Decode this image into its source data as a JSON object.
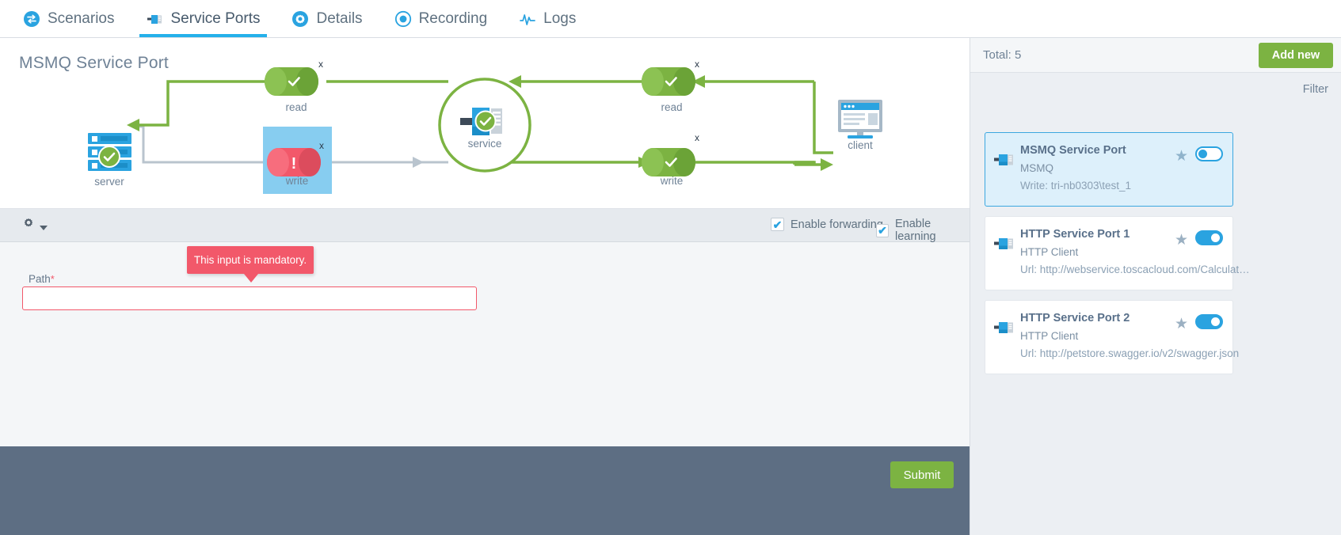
{
  "nav": {
    "tabs": [
      {
        "label": "Scenarios",
        "icon": "scenarios-icon",
        "active": false
      },
      {
        "label": "Service Ports",
        "icon": "service-ports-icon",
        "active": true
      },
      {
        "label": "Details",
        "icon": "gear-icon",
        "active": false
      },
      {
        "label": "Recording",
        "icon": "record-icon",
        "active": false
      },
      {
        "label": "Logs",
        "icon": "logs-icon",
        "active": false
      }
    ]
  },
  "diagram": {
    "title": "MSMQ Service Port",
    "nodes": {
      "server": "server",
      "service": "service",
      "client": "client",
      "read_left": "read",
      "write_left": "write",
      "read_right": "read",
      "write_right": "write"
    },
    "close_marks": {
      "read_left": "x",
      "write_left": "x",
      "read_right": "x",
      "write_right": "x"
    },
    "colors": {
      "green": "#7cb342",
      "blue": "#2aa3e0",
      "red": "#f2586a",
      "grey_line": "#b9c4ce",
      "selection": "#87cdf0"
    }
  },
  "optionbar": {
    "gear_label": "",
    "forwarding": {
      "label": "Enable forwarding",
      "checked": true,
      "mark": "✔"
    },
    "learning": {
      "label": "Enable learning",
      "checked": true,
      "mark": "✔"
    }
  },
  "form": {
    "tooltip": "This input is mandatory.",
    "path_label": "Path",
    "required_mark": "*",
    "path_value": "",
    "path_placeholder": ""
  },
  "footer": {
    "submit_label": "Submit"
  },
  "right_panel": {
    "total": "Total: 5",
    "add_new": "Add new",
    "filter": "Filter",
    "cards": [
      {
        "name": "MSMQ Service Port",
        "type": "MSMQ",
        "desc": "Write: tri-nb0303\\test_1",
        "selected": true,
        "toggle_on": false,
        "star": "★"
      },
      {
        "name": "HTTP Service Port 1",
        "type": "HTTP Client",
        "desc": "Url: http://webservice.toscacloud.com/Calculat…",
        "selected": false,
        "toggle_on": true,
        "star": "★"
      },
      {
        "name": "HTTP Service Port 2",
        "type": "HTTP Client",
        "desc": "Url: http://petstore.swagger.io/v2/swagger.json",
        "selected": false,
        "toggle_on": true,
        "star": "★"
      }
    ]
  }
}
